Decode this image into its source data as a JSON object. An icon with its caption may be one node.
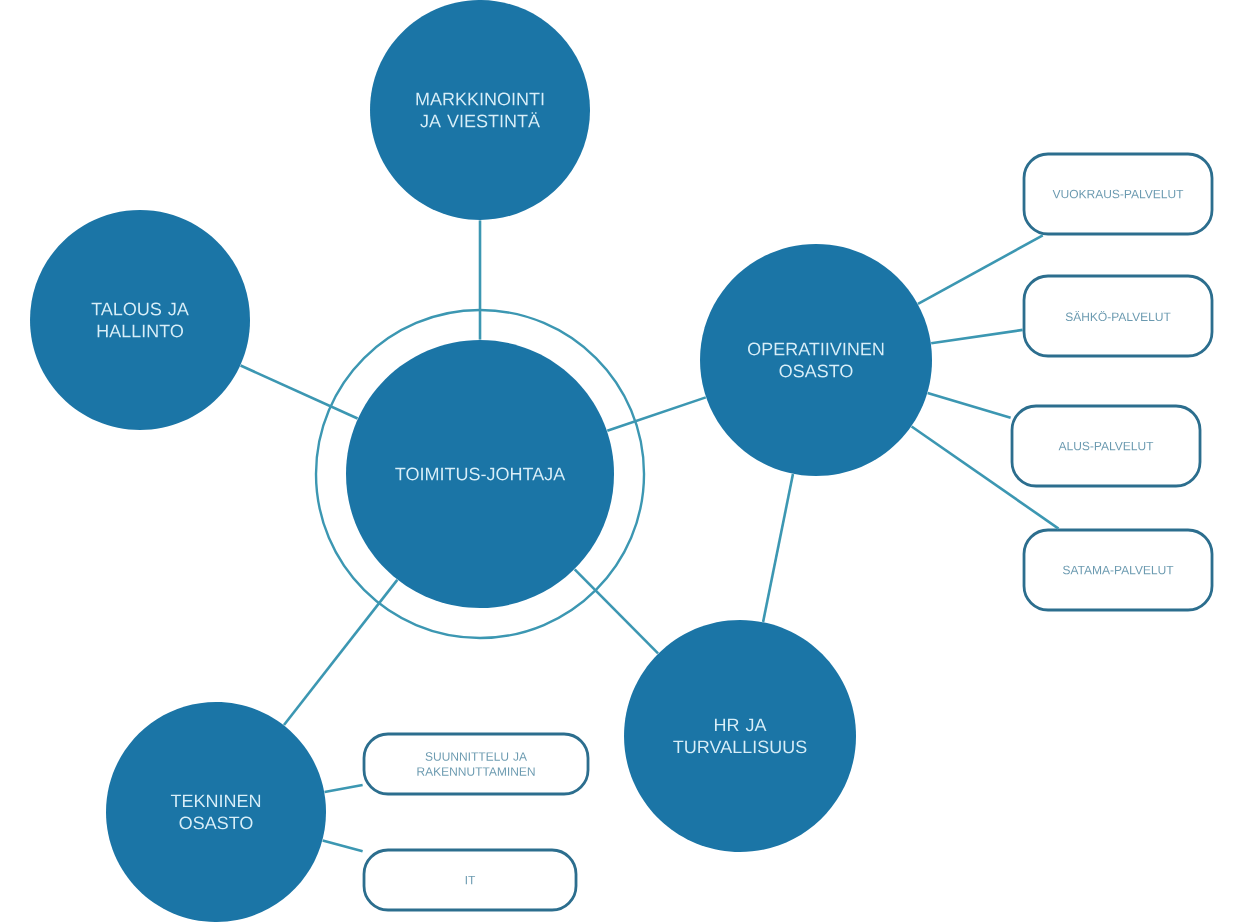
{
  "diagram": {
    "nodes": [
      {
        "text": [
          "MARKKINOINTI JA VIESTINTÄ"
        ]
      },
      {
        "text": [
          "VUOKRAUS-PALVELUT"
        ]
      },
      {
        "text": [
          "TALOUS JA HALLINTO"
        ]
      },
      {
        "text": [
          "TOIMITUS-JOHTAJA"
        ]
      },
      {
        "text": [
          "OPERATIIVINEN OSASTO"
        ]
      },
      {
        "text": [
          "SÄHKÖ-PALVELUT"
        ]
      },
      {
        "text": [
          "ALUS-PALVELUT"
        ]
      },
      {
        "text": [
          "SATAMA-PALVELUT"
        ]
      },
      {
        "text": [
          "SUUNNITTELU JA RAKENNUTTAMINEN"
        ]
      },
      {
        "text": [
          "HR JA TURVALLISUUS"
        ]
      },
      {
        "text": [
          "TEKNINEN OSASTO"
        ]
      },
      {
        "text": [
          "IT"
        ]
      }
    ],
    "edges": [
      {
        "from": 3,
        "to": 0,
        "arrow": "none"
      },
      {
        "from": 3,
        "to": 2,
        "arrow": "none"
      },
      {
        "from": 3,
        "to": 4,
        "arrow": "none"
      },
      {
        "from": 3,
        "to": 9,
        "arrow": "none"
      },
      {
        "from": 3,
        "to": 10,
        "arrow": "none"
      },
      {
        "from": 4,
        "to": 9,
        "arrow": "none"
      },
      {
        "from": 4,
        "to": 1,
        "arrow": "none"
      },
      {
        "from": 4,
        "to": 5,
        "arrow": "none"
      },
      {
        "from": 4,
        "to": 6,
        "arrow": "none"
      },
      {
        "from": 4,
        "to": 7,
        "arrow": "none"
      },
      {
        "from": 10,
        "to": 8,
        "arrow": "none"
      },
      {
        "from": 10,
        "to": 11,
        "arrow": "none"
      }
    ]
  }
}
